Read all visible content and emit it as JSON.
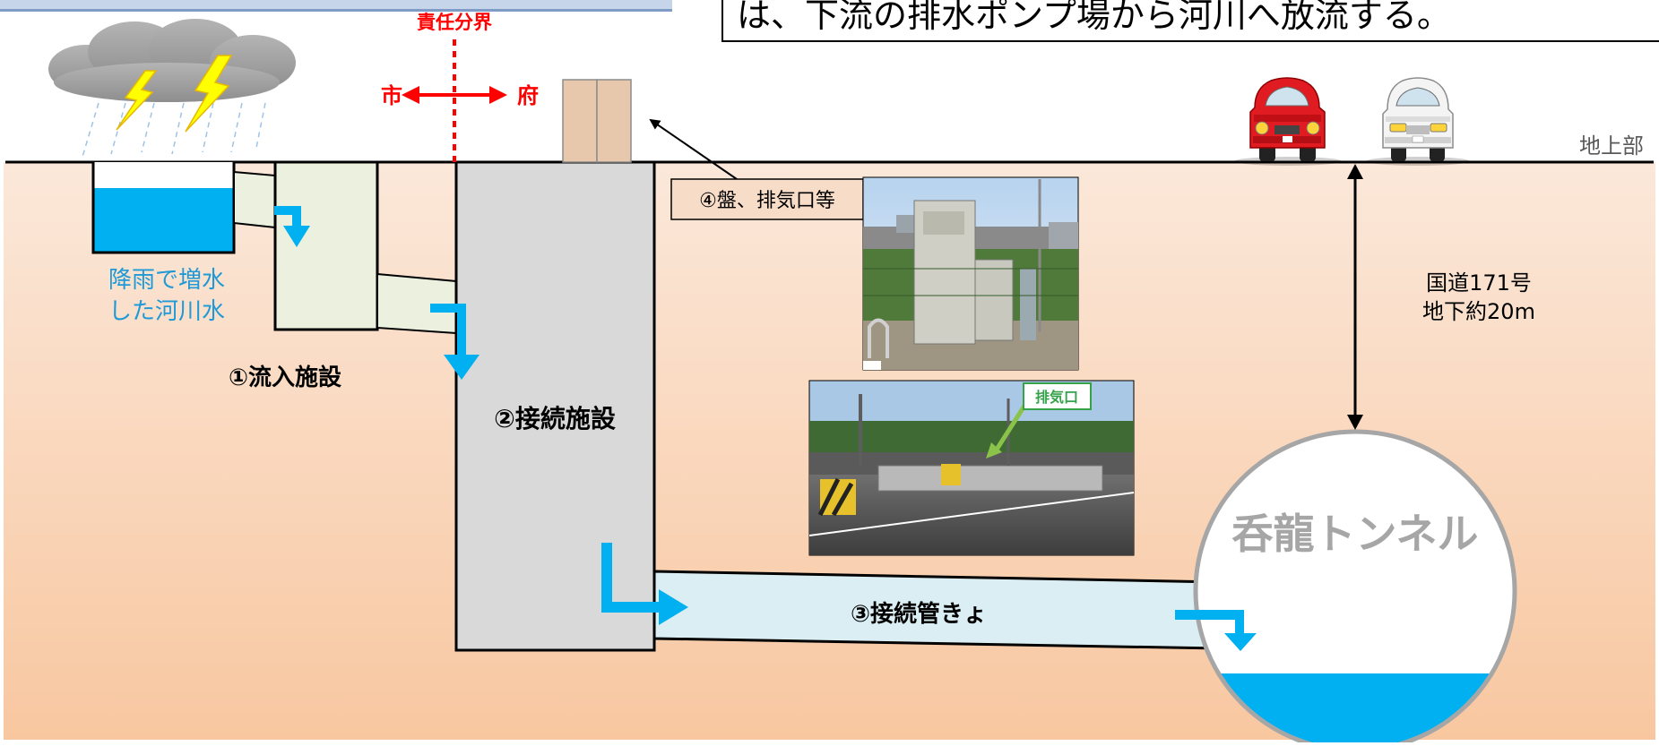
{
  "header": {
    "text": "は、下流の排水ポンプ場から河川へ放流する。"
  },
  "boundary": {
    "title": "責任分界",
    "left": "市",
    "right": "府",
    "color": "#ff0000"
  },
  "labels": {
    "ground": "地上部",
    "river_water_line1": "降雨で増水",
    "river_water_line2": "した河川水",
    "inflow": "①流入施設",
    "connection": "②接続施設",
    "pipe": "③接続管きょ",
    "panel": "④盤、排気口等",
    "depth_line1": "国道171号",
    "depth_line2": "地下約20m",
    "tunnel": "呑龍トンネル",
    "exhaust_tag": "排気口"
  },
  "colors": {
    "water": "#00b0f0",
    "soil_top": "#fbe6d6",
    "soil_bottom": "#f8c9a3",
    "inflow_facility": "#ebf1de",
    "connection_facility": "#d9d9d9",
    "pipe": "#daeef3",
    "panel_box": "#e7c8ac",
    "label_box": "#f7dcc8"
  },
  "icons": {
    "weather": "storm-cloud-icon",
    "cars": [
      "red-car-icon",
      "white-car-icon"
    ],
    "photos": [
      "equipment-photo",
      "exhaust-port-photo"
    ]
  }
}
